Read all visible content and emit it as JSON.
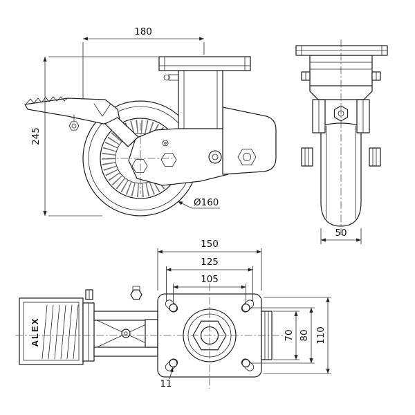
{
  "drawing": {
    "brand_label": "ALEX",
    "dimensions": {
      "overall_width": "180",
      "overall_height": "245",
      "wheel_diameter": "Ø160",
      "wheel_width": "50",
      "plate_length": "150",
      "slot_span": "125",
      "bolt_spacing_length": "105",
      "tread_width": "70",
      "bolt_spacing_width": "80",
      "plate_width": "110",
      "bolt_hole_diameter": "11"
    },
    "colors": {
      "line": "#222222",
      "background": "#ffffff"
    }
  }
}
